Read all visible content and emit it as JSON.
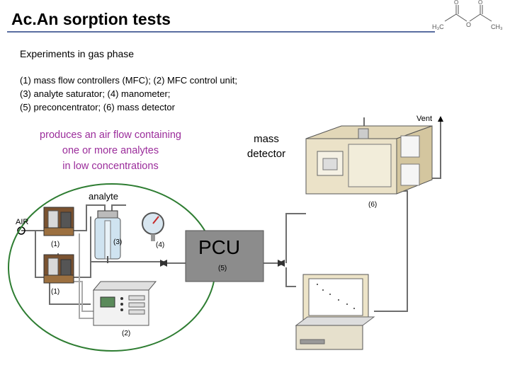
{
  "slide": {
    "title": "Ac.An sorption tests",
    "subtitle": "Experiments in gas phase",
    "legend_lines": [
      "(1)   mass flow controllers (MFC); (2) MFC control unit;",
      "(3) analyte saturator; (4) manometer;",
      "(5) preconcentrator; (6) mass detector"
    ],
    "produces_text": [
      "produces an air flow containing",
      "one or more analytes",
      "in low concentrations"
    ],
    "mass_detector_label": [
      "mass",
      "detector"
    ]
  },
  "diagram": {
    "vent": "Vent",
    "analyte": "analyte",
    "air": "AIR",
    "pcu": "PCU",
    "labels": {
      "mfc_top": "(1)",
      "mfc_bottom": "(1)",
      "saturator": "(3)",
      "manometer": "(4)",
      "preconcentrator": "(5)",
      "detector": "(6)",
      "control_unit": "(2)"
    },
    "molecule": {
      "left_group": "H₃C",
      "right_group": "CH₃",
      "oxygen": "O"
    }
  },
  "colors": {
    "title_rule": "#5a6ea0",
    "produces_text": "#9b2d9b",
    "highlight_circle": "#2e7d32",
    "pcu_fill": "#8c8c8c",
    "tube": "#6e6e6e"
  }
}
